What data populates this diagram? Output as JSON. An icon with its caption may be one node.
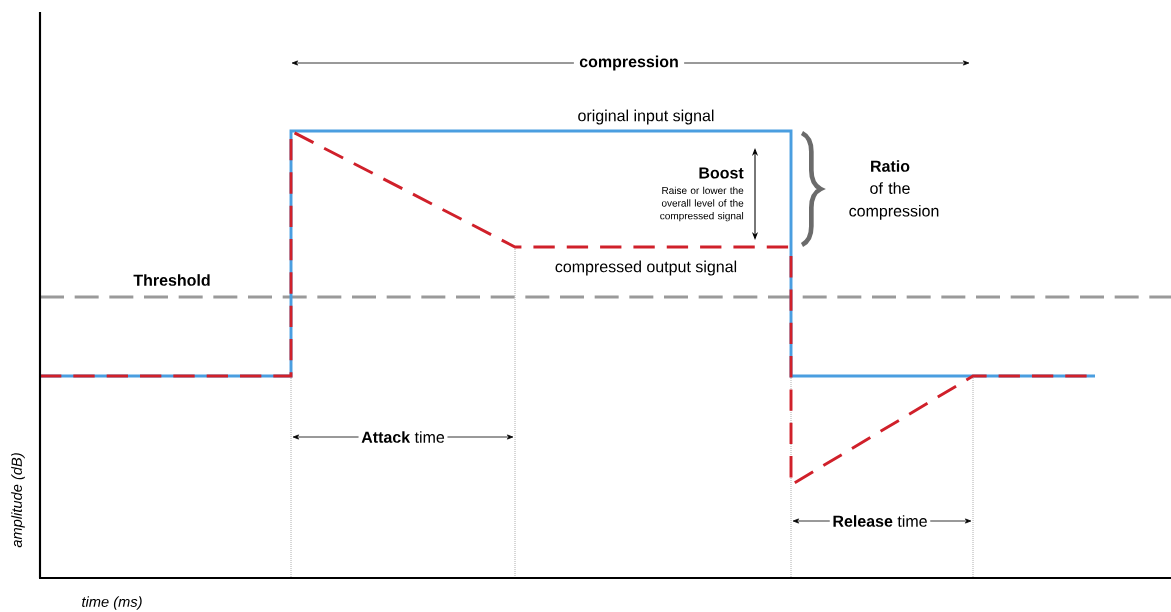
{
  "diagram": {
    "labels": [
      "compression",
      "original input signal",
      "Boost",
      "Raise or lower the overall level of the compressed signal",
      "Ratio",
      "of the compression",
      "compressed output signal",
      "Threshold",
      "**Attack** time",
      "**Release** time",
      "amplitude (dB)",
      "time (ms)"
    ]
  }
}
